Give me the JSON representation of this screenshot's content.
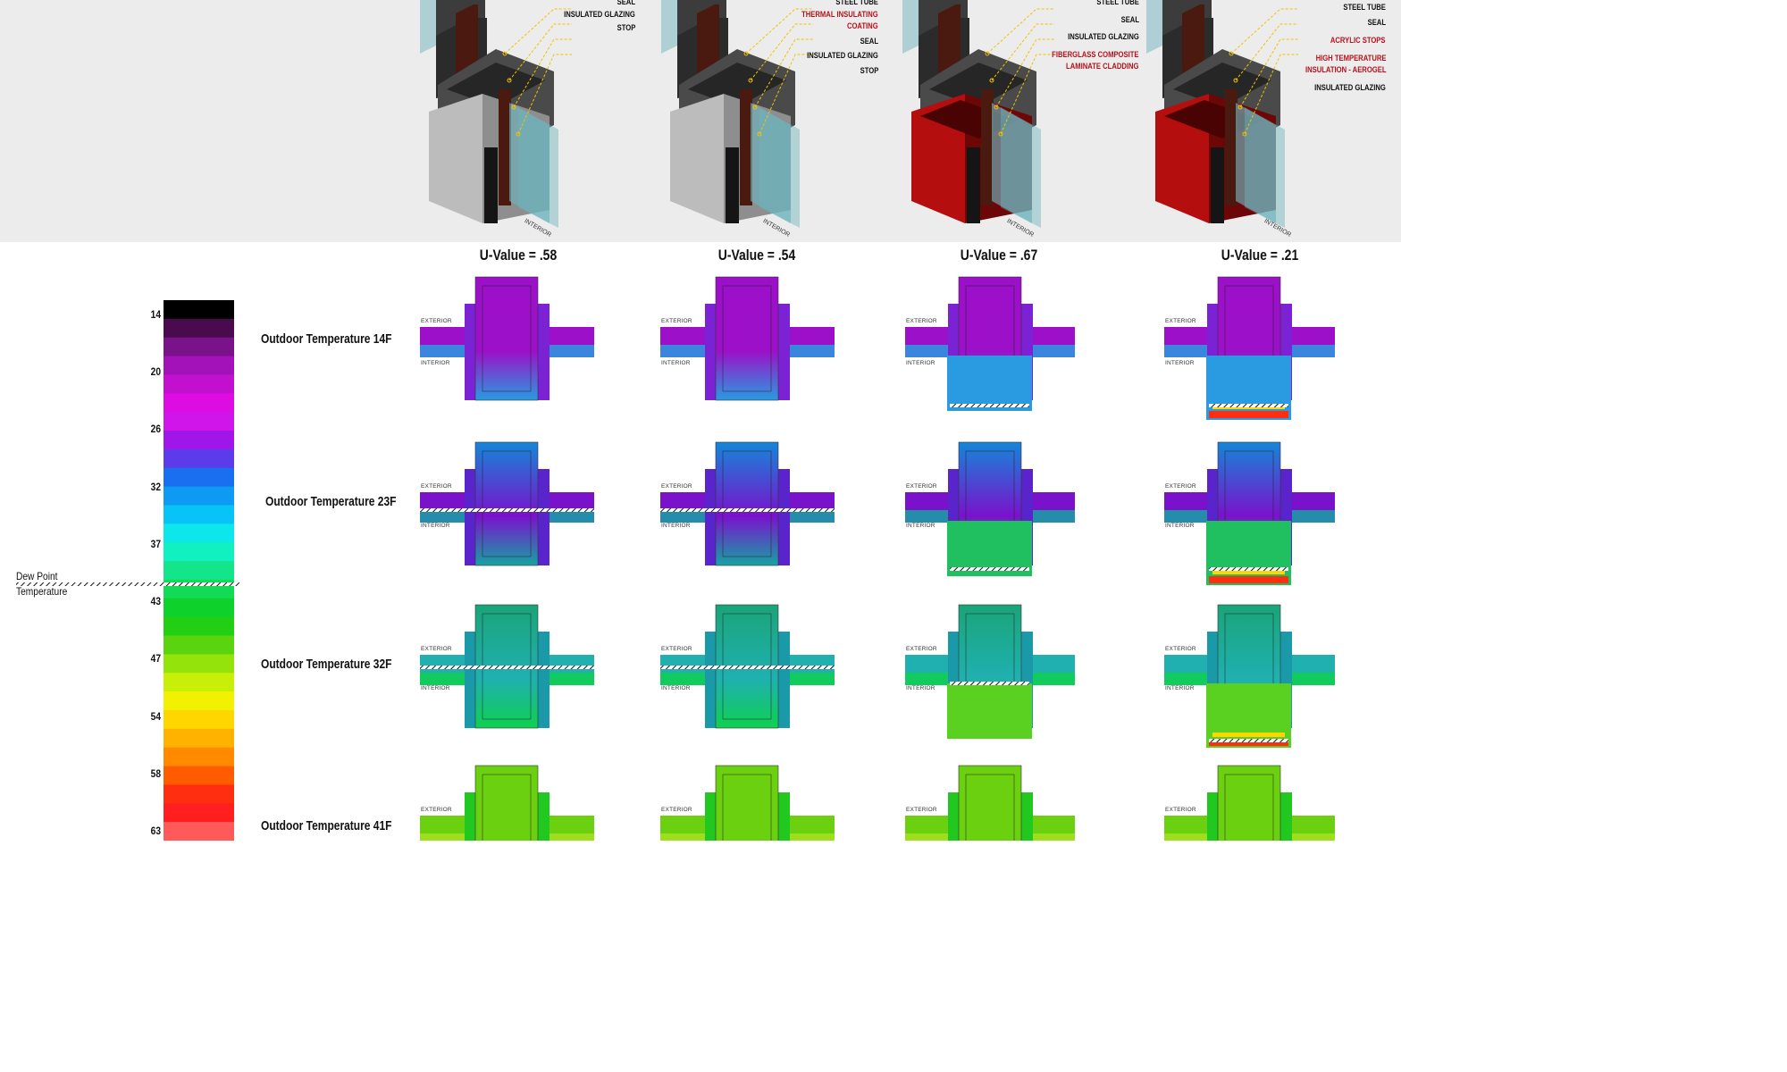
{
  "uvalues": [
    "U-Value = .58",
    "U-Value = .54",
    "U-Value = .67",
    "U-Value = .21"
  ],
  "rows": [
    "Outdoor Temperature 14F",
    "Outdoor Temperature 23F",
    "Outdoor Temperature 32F",
    "Outdoor Temperature 41F"
  ],
  "scale": {
    "ticks": [
      "14",
      "20",
      "26",
      "32",
      "37",
      "43",
      "47",
      "54",
      "58",
      "63"
    ],
    "colors": [
      "#000000",
      "#4a0a4e",
      "#7a128a",
      "#a312b8",
      "#c30fce",
      "#dd0ce2",
      "#cf15ea",
      "#a016e8",
      "#5b3bea",
      "#1a6ff0",
      "#0d9af3",
      "#08c3f5",
      "#0de6ea",
      "#10f0c0",
      "#12e58a",
      "#12dc55",
      "#0ed12c",
      "#23cf13",
      "#5bd410",
      "#94e40c",
      "#c8ef08",
      "#f2f103",
      "#ffd600",
      "#ffb300",
      "#ff8a00",
      "#ff5c00",
      "#ff2e10",
      "#ff1f1f",
      "#ff5a5a"
    ],
    "dew_point": [
      "Dew Point",
      "Temperature"
    ]
  },
  "side_labels": {
    "exterior": "EXTERIOR",
    "interior": "INTERIOR"
  },
  "callouts": [
    {
      "lines": [
        "SEAL"
      ],
      "red": false
    },
    {
      "lines": [
        "INSULATED GLAZING"
      ],
      "red": false
    },
    {
      "lines": [
        "STOP"
      ],
      "red": false
    },
    {
      "lines": [
        "STEEL TUBE"
      ],
      "red": false
    },
    {
      "lines": [
        "THERMAL INSULATING",
        "COATING"
      ],
      "red": true
    },
    {
      "lines": [
        "SEAL"
      ],
      "red": false
    },
    {
      "lines": [
        "INSULATED GLAZING"
      ],
      "red": false
    },
    {
      "lines": [
        "STOP"
      ],
      "red": false
    },
    {
      "lines": [
        "STEEL TUBE"
      ],
      "red": false
    },
    {
      "lines": [
        "SEAL"
      ],
      "red": false
    },
    {
      "lines": [
        "INSULATED GLAZING"
      ],
      "red": false
    },
    {
      "lines": [
        "FIBERGLASS COMPOSITE",
        "LAMINATE CLADDING"
      ],
      "red": true
    },
    {
      "lines": [
        "STEEL TUBE"
      ],
      "red": false
    },
    {
      "lines": [
        "SEAL"
      ],
      "red": false
    },
    {
      "lines": [
        "ACRYLIC STOPS"
      ],
      "red": true
    },
    {
      "lines": [
        "HIGH TEMPERATURE",
        "INSULATION - AEROGEL"
      ],
      "red": true
    },
    {
      "lines": [
        "INSULATED GLAZING"
      ],
      "red": false
    }
  ],
  "interior_label": "INTERIOR",
  "colors": {
    "claddingGray": "#bcbcbc",
    "claddingRed": "#b50e0e",
    "steel": "#3c3c3c",
    "seal": "#4a1a10",
    "glass": "#6fb3bd",
    "leader": "#f2c200"
  },
  "variants": [
    {
      "name": "exposed-steel",
      "cladding": "gray"
    },
    {
      "name": "thermal-coating",
      "cladding": "gray"
    },
    {
      "name": "fiberglass-cladding",
      "cladding": "red"
    },
    {
      "name": "aerogel-insulation",
      "cladding": "red"
    }
  ],
  "thermal_colors": [
    [
      "#9b10c8",
      "#8a12cc",
      "#9b10c8",
      "#7a22d4",
      "#2a9be0",
      "#2a9be0"
    ],
    [
      "#1486d8",
      "#1486d8",
      "#7a12cc",
      "#5a24cc",
      "#16a3a3",
      "#20c060"
    ],
    [
      "#1aa478",
      "#18a078",
      "#20b0b0",
      "#1a9aa8",
      "#0fd050",
      "#5ad020"
    ],
    [
      "#6ad010",
      "#6ad010",
      "#6ad010",
      "#20c820",
      "#a8e020",
      "#20c820"
    ]
  ]
}
